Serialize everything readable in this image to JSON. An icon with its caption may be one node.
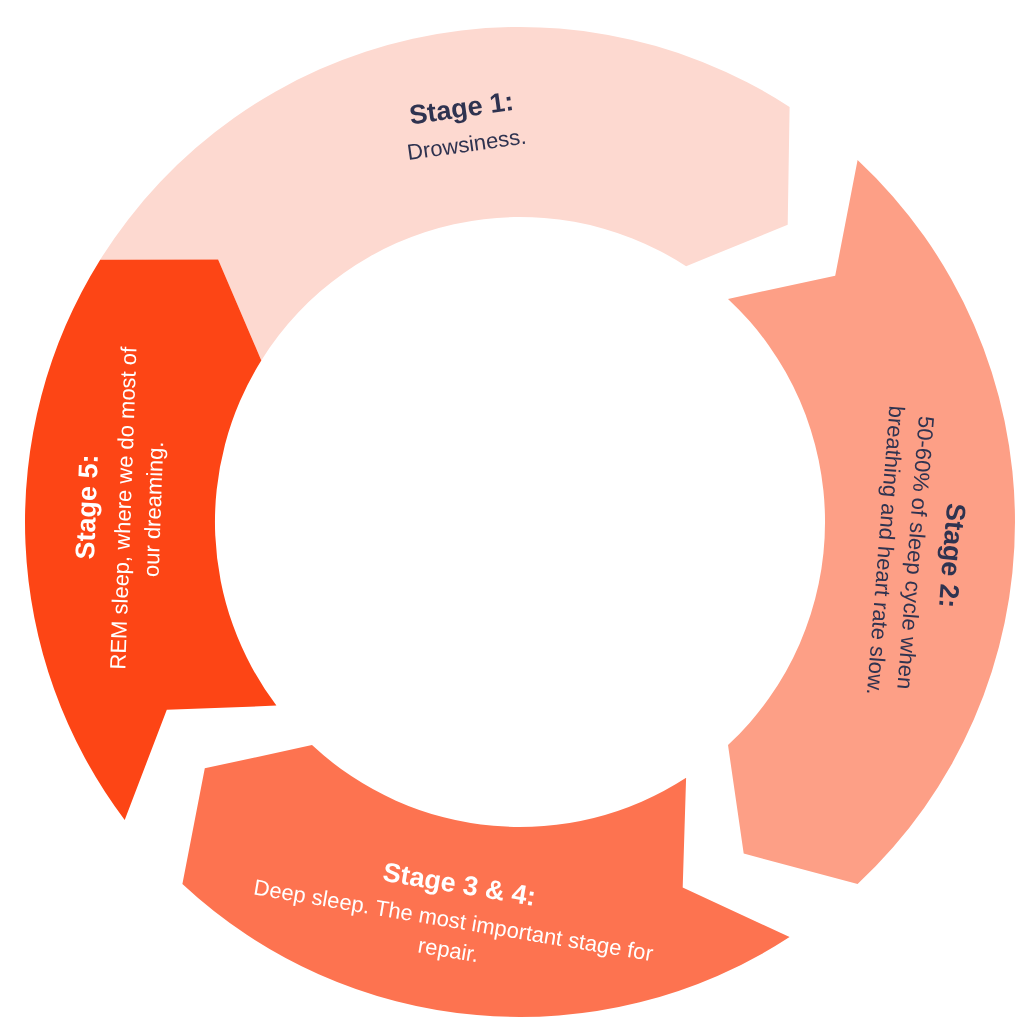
{
  "diagram": {
    "nodes": [
      {
        "text": [
          "Stage 1:",
          "Drowsiness."
        ]
      },
      {
        "text": [
          "Stage 2:",
          "50-60% of sleep cycle when breathing and heart rate slow."
        ]
      },
      {
        "text": [
          "Stage 3 & 4:",
          "Deep sleep. The most important stage for repair."
        ]
      },
      {
        "text": [
          "Stage 5:",
          "REM sleep, where we do most of our dreaming."
        ]
      }
    ]
  }
}
